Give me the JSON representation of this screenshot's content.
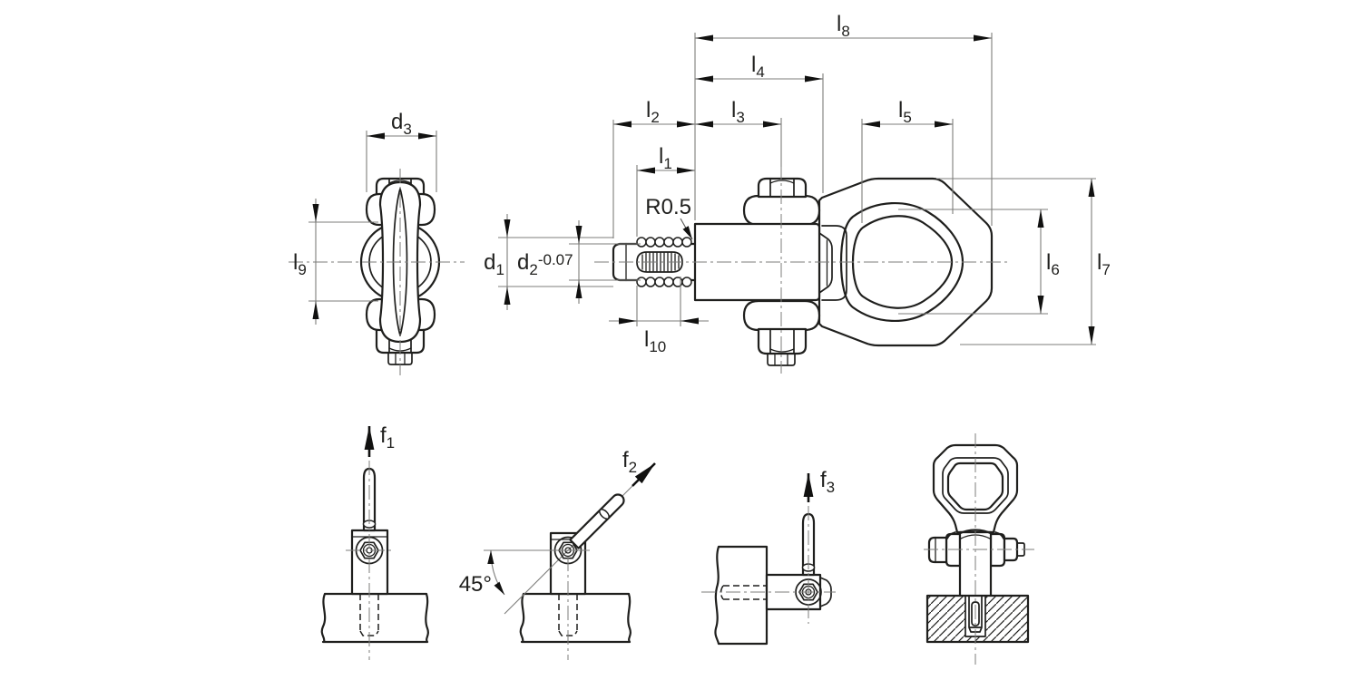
{
  "colors": {
    "background": "#ffffff",
    "outline": "#1f1f1d",
    "dimension_line": "#7d7d7b",
    "arrow": "#111110"
  },
  "front_view": {
    "d3": {
      "base": "d",
      "sub": "3"
    },
    "l9": {
      "base": "l",
      "sub": "9"
    }
  },
  "main_view": {
    "l1": {
      "base": "l",
      "sub": "1"
    },
    "l2": {
      "base": "l",
      "sub": "2"
    },
    "l3": {
      "base": "l",
      "sub": "3"
    },
    "l4": {
      "base": "l",
      "sub": "4"
    },
    "l5": {
      "base": "l",
      "sub": "5"
    },
    "l6": {
      "base": "l",
      "sub": "6"
    },
    "l7": {
      "base": "l",
      "sub": "7"
    },
    "l8": {
      "base": "l",
      "sub": "8"
    },
    "l10": {
      "base": "l",
      "sub": "10"
    },
    "d1": {
      "base": "d",
      "sub": "1"
    },
    "d2": {
      "base": "d",
      "sub": "2",
      "tol": "-0.07"
    },
    "fillet": "R0.5"
  },
  "load_views": {
    "f1": {
      "base": "f",
      "sub": "1"
    },
    "f2": {
      "base": "f",
      "sub": "2"
    },
    "f3": {
      "base": "f",
      "sub": "3"
    },
    "angle": "45°"
  }
}
